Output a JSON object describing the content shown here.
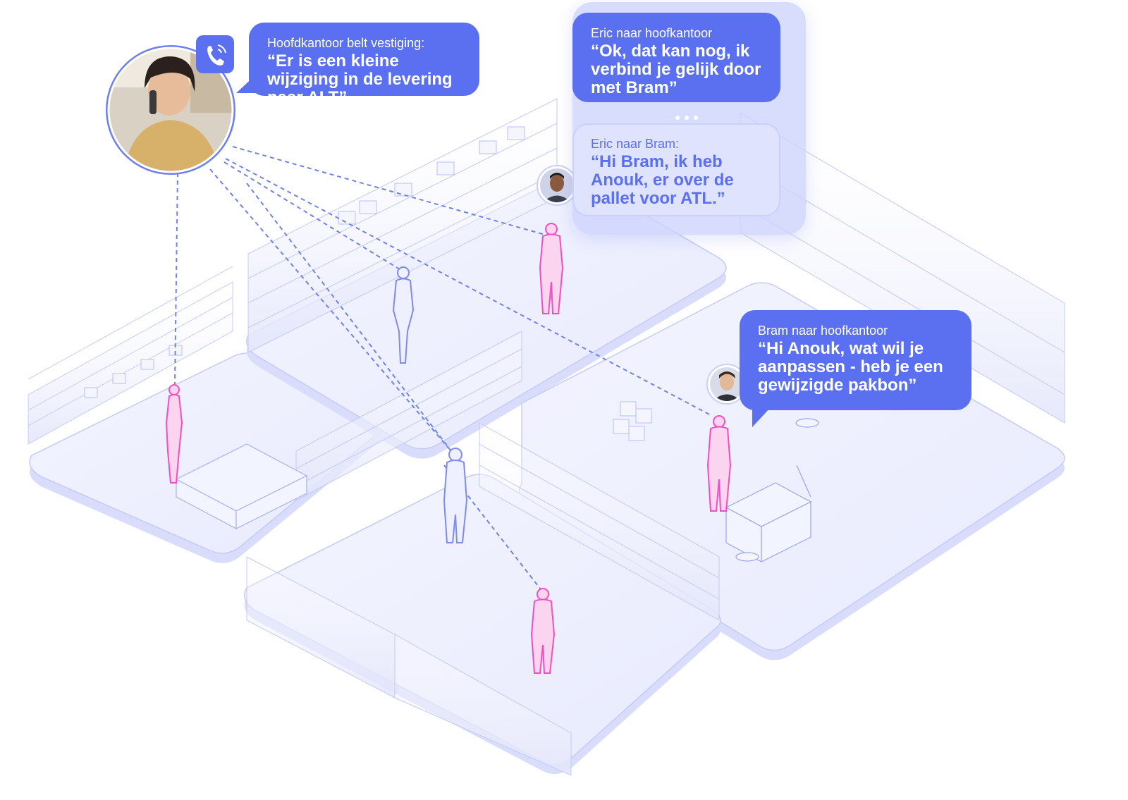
{
  "bubbles": {
    "hq_call": {
      "from": "Hoofdkantoor belt vestiging:",
      "quote": "“Er is een kleine wijziging in de levering naar ALT”"
    },
    "eric_hq": {
      "from": "Eric naar hoofkantoor",
      "quote": "“Ok, dat kan nog, ik verbind je gelijk door met Bram”"
    },
    "eric_bram": {
      "from": "Eric naar Bram:",
      "quote": "“Hi Bram, ik heb Anouk, er over de pallet voor ATL.”"
    },
    "bram_hq": {
      "from": "Bram naar hoofkantoor",
      "quote": "“Hi Anouk, wat wil je aanpassen - heb je een gewijzigde pakbon”"
    }
  },
  "icons": {
    "call": "phone-call-icon",
    "avatars": [
      "caller-avatar",
      "eric-avatar",
      "bram-avatar"
    ],
    "more": "more-dots-icon"
  },
  "colors": {
    "accent": "#5a70f0",
    "accent_light": "#dfe3fd",
    "worker_highlight": "#f04fc0",
    "figure_blue": "#7f8be8",
    "line": "#6f82e8",
    "platform": "#e7eafd"
  }
}
